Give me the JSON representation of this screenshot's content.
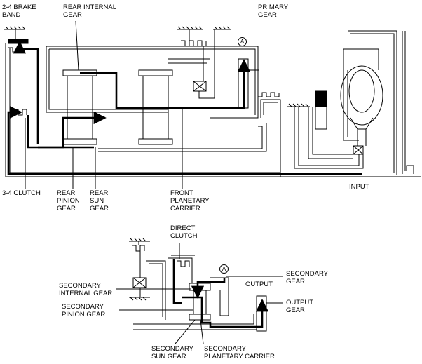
{
  "labels": {
    "brake_band": "2-4 BRAKE\nBAND",
    "rear_internal_gear": "REAR INTERNAL\nGEAR",
    "primary_gear": "PRIMARY\nGEAR",
    "clutch_34": "3-4 CLUTCH",
    "rear_pinion_gear": "REAR\nPINION\nGEAR",
    "rear_sun_gear": "REAR\nSUN\nGEAR",
    "front_planetary_carrier": "FRONT\nPLANETARY\nCARRIER",
    "input": "INPUT",
    "direct_clutch": "DIRECT\nCLUTCH",
    "secondary_internal_gear": "SECONDARY\nINTERNAL GEAR",
    "secondary_pinion_gear": "SECONDARY\nPINION GEAR",
    "secondary_gear": "SECONDARY\nGEAR",
    "output": "OUTPUT",
    "output_gear": "OUTPUT\nGEAR",
    "secondary_sun_gear": "SECONDARY\nSUN GEAR",
    "secondary_planetary_carrier": "SECONDARY\nPLANETARY CARRIER",
    "marker_a": "A"
  }
}
